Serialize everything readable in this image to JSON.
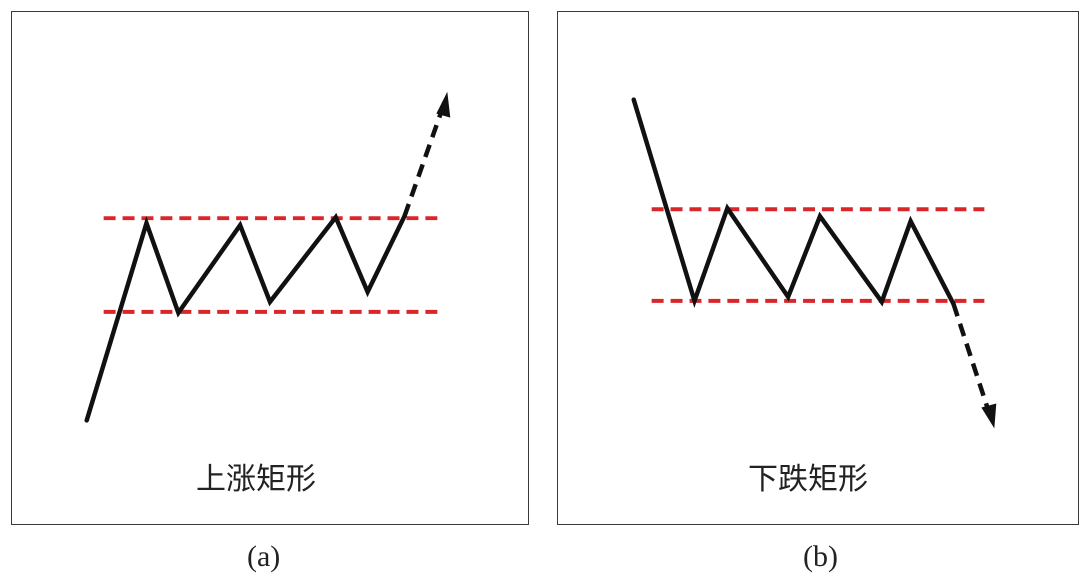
{
  "colors": {
    "price_line": "#111111",
    "boundary_line": "#d9262b",
    "panel_border": "#3a3a3a"
  },
  "panels": [
    {
      "id": "a",
      "label": "上涨矩形",
      "caption": "(a)",
      "breakout": "up"
    },
    {
      "id": "b",
      "label": "下跌矩形",
      "caption": "(b)",
      "breakout": "down"
    }
  ]
}
